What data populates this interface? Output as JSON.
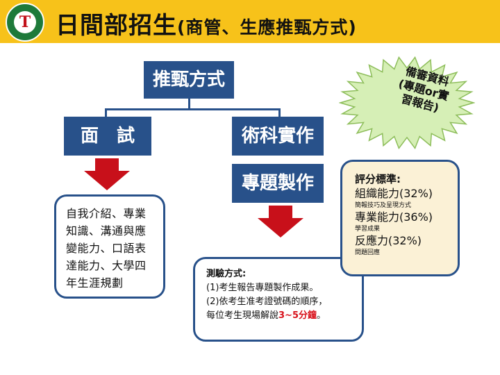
{
  "header": {
    "title_main": "日間部招生",
    "title_sub": "(商管、生應推甄方式)",
    "logo_letter": "T"
  },
  "diagram": {
    "root": "推甄方式",
    "left_branch": "面　試",
    "right_branch": "術科實作",
    "right_sub": "專題製作",
    "interview_text": "自我介紹、專業知識、溝通與應變能力、口語表達能力、大學四年生涯規劃",
    "test": {
      "heading": "測驗方式:",
      "line1": "(1)考生報告專題製作成果。",
      "line2": "(2)依考生准考證號碼的順序，",
      "line3_prefix": "每位考生現場解說",
      "line3_highlight": "3~5分鐘",
      "line3_suffix": "。"
    },
    "criteria": {
      "heading": "評分標準:",
      "items": [
        {
          "name": "組織能力(32%)",
          "note": "簡報技巧及呈現方式"
        },
        {
          "name": "專業能力(36%)",
          "note": "學習成果"
        },
        {
          "name": "反應力(32%)",
          "note": "問題回應"
        }
      ]
    },
    "starburst": {
      "line1": "備審資料",
      "line2": "(專題or實",
      "line3": "習報告)"
    }
  },
  "colors": {
    "header_bg": "#f7c21a",
    "box_bg": "#28518a",
    "arrow": "#c8101a",
    "criteria_bg": "#fbf1d6",
    "star_fill": "#d6efb6"
  }
}
